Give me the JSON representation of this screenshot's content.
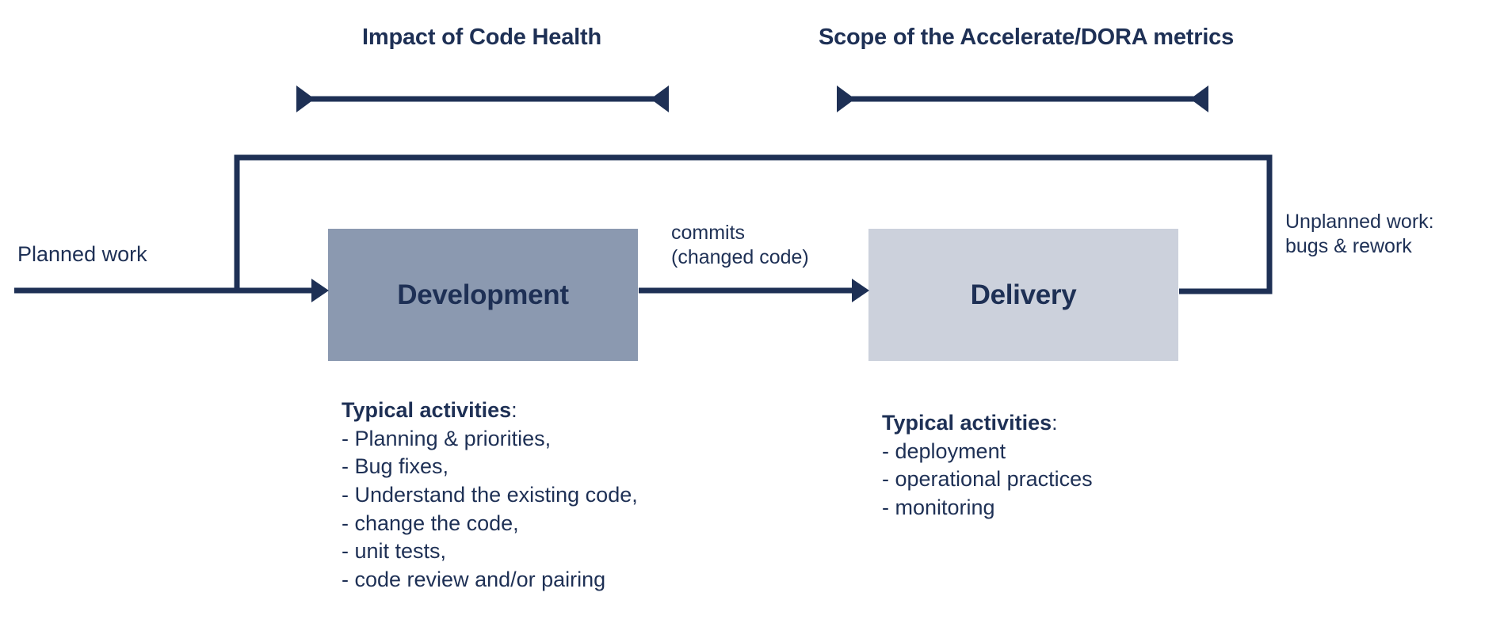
{
  "theme": {
    "navy": "#1e3055",
    "development_fill": "#8b99b0",
    "delivery_fill": "#ccd1dc",
    "background": "#ffffff"
  },
  "spans": [
    {
      "title": "Impact of Code Health"
    },
    {
      "title": "Scope of the Accelerate/DORA metrics"
    }
  ],
  "flow": {
    "input_label": "Planned work",
    "commit_label": "commits\n(changed code)",
    "feedback_label": "Unplanned work:\nbugs & rework"
  },
  "stages": [
    {
      "name": "Development",
      "activities_title": "Typical activities",
      "activities_title_colon": ":",
      "activities": [
        "Planning & priorities,",
        "Bug fixes,",
        "Understand the existing code,",
        "change the code,",
        "unit tests,",
        "code review and/or pairing"
      ]
    },
    {
      "name": "Delivery",
      "activities_title": "Typical activities",
      "activities_title_colon": ":",
      "activities": [
        "deployment",
        "operational practices",
        "monitoring"
      ]
    }
  ]
}
